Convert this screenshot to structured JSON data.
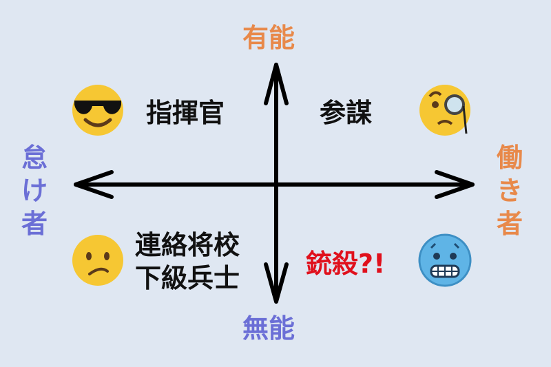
{
  "axes": {
    "top": "有能",
    "bottom": "無能",
    "left": "怠け者",
    "right": "働き者"
  },
  "quadrants": {
    "lazy_capable": {
      "label": "指揮官",
      "icon": "sunglasses-face-icon"
    },
    "diligent_capable": {
      "label": "参謀",
      "icon": "monocle-face-icon"
    },
    "lazy_incapable": {
      "label_line1": "連絡将校",
      "label_line2": "下級兵士",
      "icon": "confused-face-icon"
    },
    "diligent_incapable": {
      "label": "銃殺?!",
      "icon": "cold-face-icon"
    }
  },
  "colors": {
    "background": "#dfe7f2",
    "capable_diligent": "#e8894a",
    "incapable_lazy": "#6b6fd6",
    "warning": "#e0101c"
  }
}
